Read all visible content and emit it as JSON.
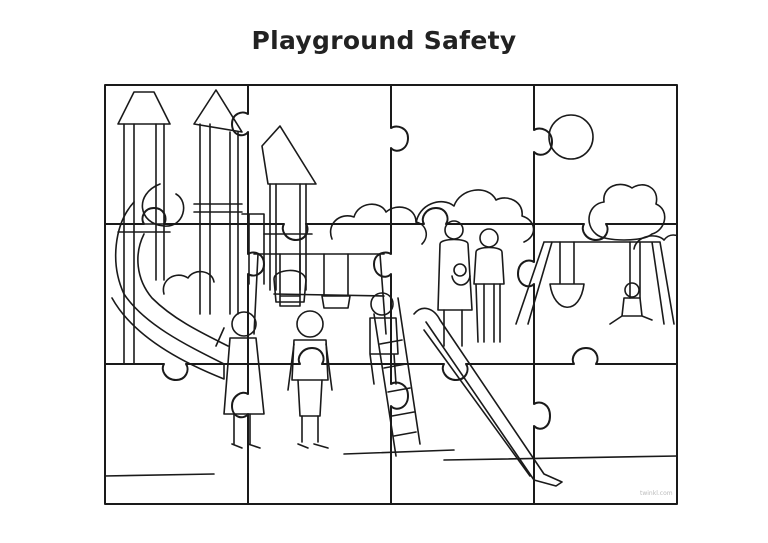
{
  "title": "Playground Safety",
  "watermark": "twinkl.com",
  "puzzle": {
    "rows": 3,
    "columns": 4
  }
}
